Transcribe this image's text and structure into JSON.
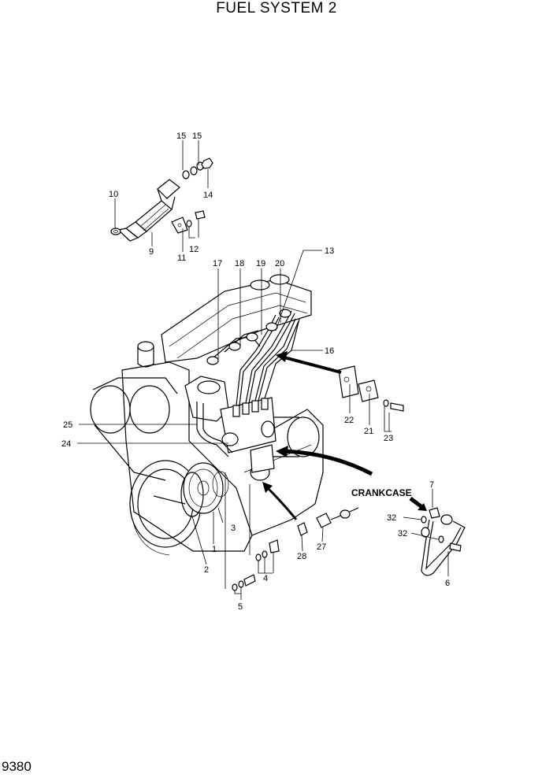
{
  "title": "FUEL SYSTEM 2",
  "page_number": "9380",
  "annotation": "CRANKCASE",
  "callouts": [
    {
      "id": "c1",
      "text": "15"
    },
    {
      "id": "c2",
      "text": "15"
    },
    {
      "id": "c3",
      "text": "14"
    },
    {
      "id": "c4",
      "text": "10"
    },
    {
      "id": "c5",
      "text": "9"
    },
    {
      "id": "c6",
      "text": "11"
    },
    {
      "id": "c7",
      "text": "12"
    },
    {
      "id": "c8",
      "text": "17"
    },
    {
      "id": "c9",
      "text": "18"
    },
    {
      "id": "c10",
      "text": "19"
    },
    {
      "id": "c11",
      "text": "20"
    },
    {
      "id": "c12",
      "text": "13"
    },
    {
      "id": "c13",
      "text": "16"
    },
    {
      "id": "c14",
      "text": "22"
    },
    {
      "id": "c15",
      "text": "21"
    },
    {
      "id": "c16",
      "text": "23"
    },
    {
      "id": "c17",
      "text": "25"
    },
    {
      "id": "c18",
      "text": "24"
    },
    {
      "id": "c19",
      "text": "7"
    },
    {
      "id": "c20",
      "text": "32"
    },
    {
      "id": "c21",
      "text": "32"
    },
    {
      "id": "c22",
      "text": "3"
    },
    {
      "id": "c23",
      "text": "1"
    },
    {
      "id": "c24",
      "text": "2"
    },
    {
      "id": "c25",
      "text": "27"
    },
    {
      "id": "c26",
      "text": "28"
    },
    {
      "id": "c27",
      "text": "4"
    },
    {
      "id": "c28",
      "text": "6"
    },
    {
      "id": "c29",
      "text": "5"
    }
  ]
}
